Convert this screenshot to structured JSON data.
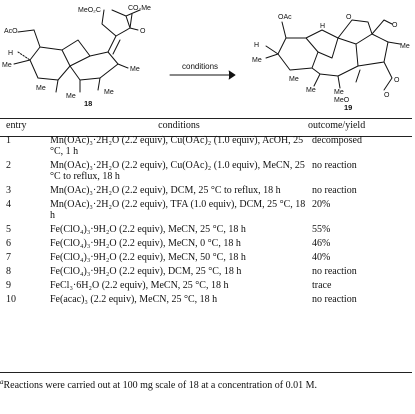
{
  "scheme": {
    "start_compound": "18",
    "product_compound": "19",
    "arrow_label": "conditions",
    "labels": {
      "aco": "AcO",
      "h_left": "H",
      "me_left": "Me",
      "me_bottom1": "Me",
      "me_bottom2": "Me",
      "me_bottom3": "Me",
      "meo2c": "MeO₂C",
      "co2me": "CO₂Me",
      "ketone_o": "O",
      "me_enone": "Me",
      "oac": "OAc",
      "h_right_top": "H",
      "h_right": "H",
      "me_right_left": "Me",
      "me_r1": "Me",
      "me_r2": "Me",
      "me_r3": "Me",
      "me_r4": "Me",
      "meo": "MeO",
      "o_lactone": "O",
      "o_ketone_r": "O",
      "o_ester_r": "O",
      "o_ring": "O"
    }
  },
  "table": {
    "headers": {
      "entry": "entry",
      "conditions": "conditions",
      "outcome": "outcome/yield"
    },
    "rows": [
      {
        "entry": "1",
        "conditions": "Mn(OAc)₃·2H₂O (2.2 equiv), Cu(OAc)₂ (1.0 equiv), AcOH, 25 °C, 1 h",
        "outcome": "decomposed"
      },
      {
        "entry": "2",
        "conditions": "Mn(OAc)₃·2H₂O (2.2 equiv), Cu(OAc)₂ (1.0 equiv), MeCN, 25 °C to reflux, 18 h",
        "outcome": "no reaction"
      },
      {
        "entry": "3",
        "conditions": "Mn(OAc)₃·2H₂O (2.2 equiv), DCM, 25 °C to reflux, 18 h",
        "outcome": "no reaction"
      },
      {
        "entry": "4",
        "conditions": "Mn(OAc)₃·2H₂O (2.2 equiv), TFA (1.0 equiv), DCM, 25 °C, 18 h",
        "outcome": "20%"
      },
      {
        "entry": "5",
        "conditions": "Fe(ClO₄)₃·9H₂O (2.2 equiv), MeCN, 25 °C, 18 h",
        "outcome": "55%"
      },
      {
        "entry": "6",
        "conditions": "Fe(ClO₄)₃·9H₂O (2.2 equiv), MeCN, 0 °C, 18 h",
        "outcome": "46%"
      },
      {
        "entry": "7",
        "conditions": "Fe(ClO₄)₃·9H₂O (2.2 equiv), MeCN, 50 °C, 18 h",
        "outcome": "40%"
      },
      {
        "entry": "8",
        "conditions": "Fe(ClO₄)₃·9H₂O (2.2 equiv), DCM, 25 °C, 18 h",
        "outcome": "no reaction"
      },
      {
        "entry": "9",
        "conditions": "FeCl₃·6H₂O (2.2 equiv), MeCN, 25 °C, 18 h",
        "outcome": "trace"
      },
      {
        "entry": "10",
        "conditions": "Fe(acac)₃ (2.2 equiv), MeCN, 25 °C, 18 h",
        "outcome": "no reaction"
      }
    ]
  },
  "footnote": {
    "marker": "a",
    "text": "Reactions were carried out at 100 mg scale of 18 at a concentration of 0.01 M."
  }
}
